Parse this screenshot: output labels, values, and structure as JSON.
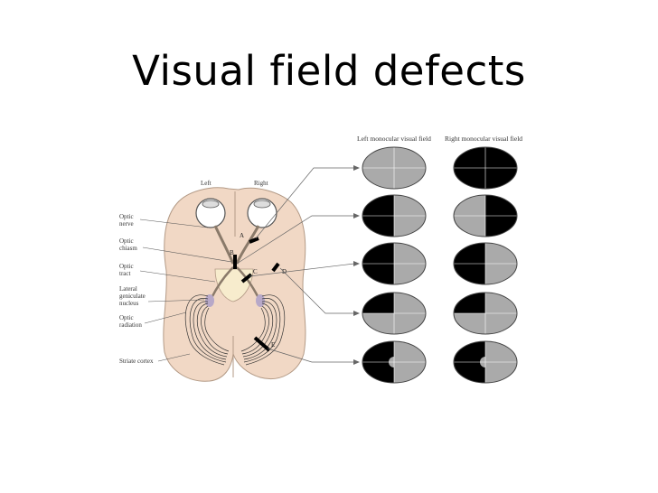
{
  "slide": {
    "title": "Visual field defects"
  },
  "figure": {
    "headers": {
      "left_field": "Left monocular visual field",
      "right_field": "Right monocular visual field"
    },
    "side_labels": {
      "left": "Left",
      "right": "Right"
    },
    "structures": [
      {
        "key": "optic_nerve",
        "lines": [
          "Optic",
          "nerve"
        ]
      },
      {
        "key": "optic_chiasm",
        "lines": [
          "Optic",
          "chiasm"
        ]
      },
      {
        "key": "optic_tract",
        "lines": [
          "Optic",
          "tract"
        ]
      },
      {
        "key": "lgn",
        "lines": [
          "Lateral",
          "geniculate",
          "nucleus"
        ]
      },
      {
        "key": "optic_radiation",
        "lines": [
          "Optic",
          "radiation"
        ]
      },
      {
        "key": "striate_cortex",
        "lines": [
          "Striate cortex"
        ]
      }
    ],
    "lesion_points": [
      "A",
      "B",
      "C",
      "D",
      "E"
    ],
    "defect_rows": [
      {
        "point": "A",
        "left": "normal",
        "right": "blind"
      },
      {
        "point": "B",
        "left": "temporal-hemi-loss",
        "right": "temporal-hemi-loss"
      },
      {
        "point": "C",
        "left": "left-hemi-loss",
        "right": "left-hemi-loss"
      },
      {
        "point": "D",
        "left": "upper-left-quadrant-loss",
        "right": "upper-left-quadrant-loss"
      },
      {
        "point": "E",
        "left": "left-hemi-loss-macular-sparing",
        "right": "left-hemi-loss-macular-sparing"
      }
    ],
    "colors": {
      "blind": "#000000",
      "seen": "#aaaaaa",
      "brain": "#f1d8c5",
      "thalamus": "#f7eccd",
      "lgn": "#b7a8c8"
    }
  }
}
